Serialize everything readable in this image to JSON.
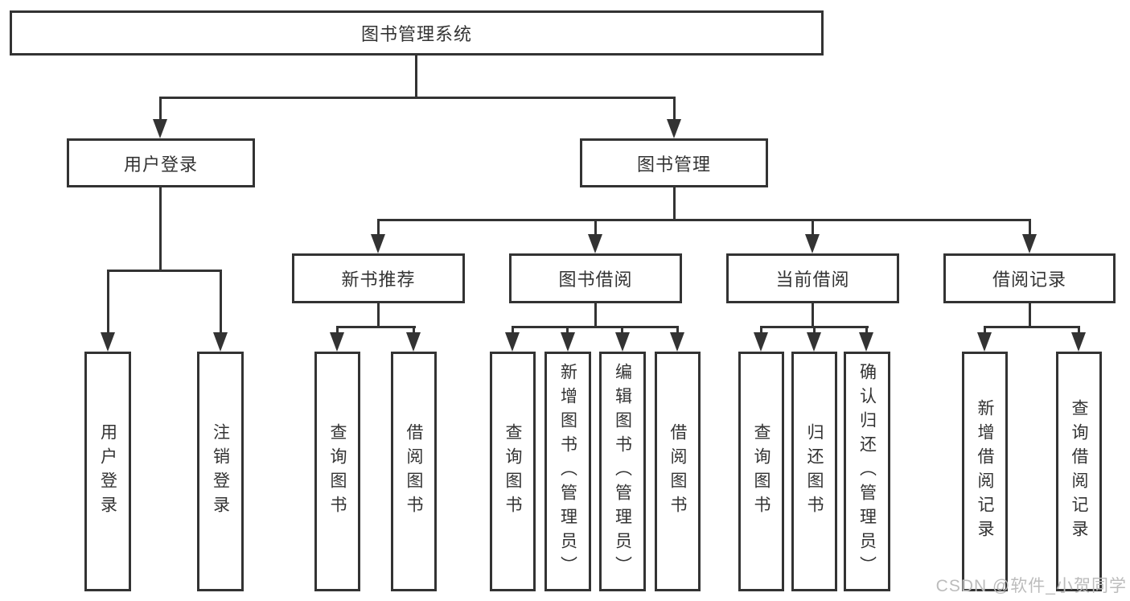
{
  "colors": {
    "line": "#333333",
    "box_border": "#333333",
    "box_background": "#ffffff",
    "text": "#333333",
    "watermark": "#bcbcbc",
    "page_background": "#ffffff"
  },
  "watermark": {
    "text": "CSDN @软件_小贺同学"
  },
  "tree": {
    "label": "图书管理系统",
    "children": [
      {
        "label": "用户登录",
        "children": [
          {
            "label": "用户登录"
          },
          {
            "label": "注销登录"
          }
        ]
      },
      {
        "label": "图书管理",
        "children": [
          {
            "label": "新书推荐",
            "children": [
              {
                "label": "查询图书"
              },
              {
                "label": "借阅图书"
              }
            ]
          },
          {
            "label": "图书借阅",
            "children": [
              {
                "label": "查询图书"
              },
              {
                "label": "新增图书（管理员）"
              },
              {
                "label": "编辑图书（管理员）"
              },
              {
                "label": "借阅图书"
              }
            ]
          },
          {
            "label": "当前借阅",
            "children": [
              {
                "label": "查询图书"
              },
              {
                "label": "归还图书"
              },
              {
                "label": "确认归还（管理员）"
              }
            ]
          },
          {
            "label": "借阅记录",
            "children": [
              {
                "label": "新增借阅记录"
              },
              {
                "label": "查询借阅记录"
              }
            ]
          }
        ]
      }
    ]
  }
}
